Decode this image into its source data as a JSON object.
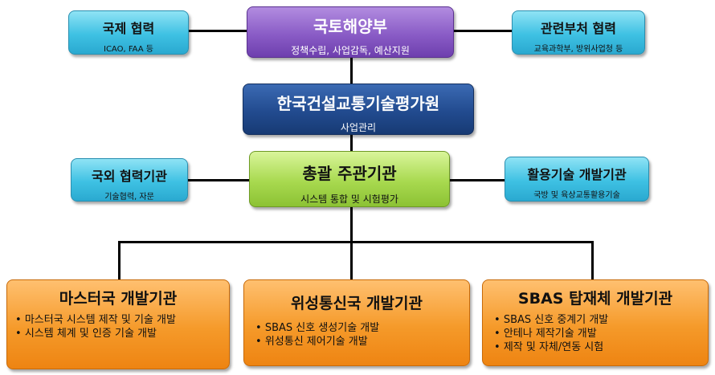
{
  "molit": {
    "title": "국토해양부",
    "subtitle": "정책수립, 사업감독, 예산지원"
  },
  "intl_coop": {
    "title": "국제 협력",
    "subtitle": "ICAO, FAA 등"
  },
  "related_coop": {
    "title": "관련부처 협력",
    "subtitle": "교육과학부, 방위사업청 등"
  },
  "kicte": {
    "title": "한국건설교통기술평가원",
    "subtitle": "사업관리"
  },
  "overseas": {
    "title": "국외 협력기관",
    "subtitle": "기술협력, 자문"
  },
  "main_org": {
    "title": "총괄 주관기관",
    "subtitle": "시스템 통합 및 시험평가"
  },
  "utilization": {
    "title": "활용기술 개발기관",
    "subtitle": "국방 및 육상교통활용기술"
  },
  "master": {
    "title": "마스터국 개발기관",
    "items": [
      "마스터국 시스템 제작 및 기술 개발",
      "시스템 체계 및 인증 기술 개발"
    ]
  },
  "satellite": {
    "title": "위성통신국 개발기관",
    "items": [
      "SBAS 신호 생성기술 개발",
      "위성통신 제어기술 개발"
    ]
  },
  "sbas": {
    "title": "SBAS 탑재체 개발기관",
    "items": [
      "SBAS 신호 중계기 개발",
      "안테나 제작기술 개발",
      "제작 및 자체/연동 시험"
    ]
  }
}
